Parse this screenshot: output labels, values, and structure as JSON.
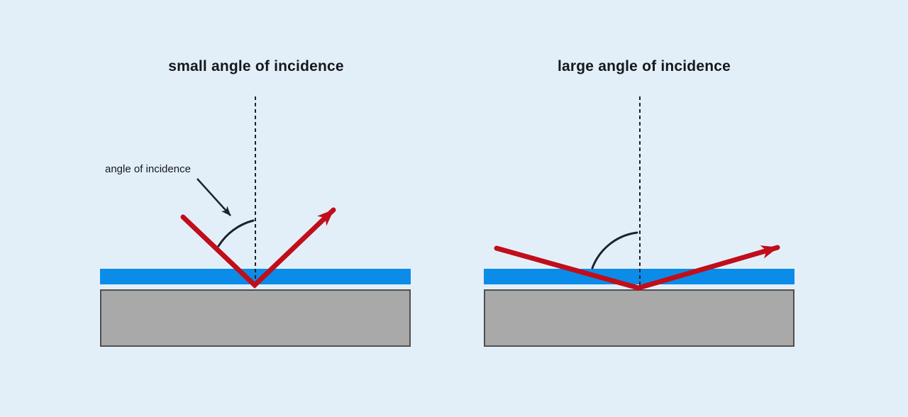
{
  "colors": {
    "background": "#e3eff8",
    "water-blue": "#0b8ce8",
    "block-gray": "#a9a9a9",
    "block-border": "#4f4f4f",
    "ray-red": "#c00e1a",
    "line-dark": "#1c222b",
    "ink": "#15181d"
  },
  "panels": [
    {
      "title": "small angle of incidence",
      "annotation": "angle of incidence"
    },
    {
      "title": "large angle of incidence"
    }
  ]
}
